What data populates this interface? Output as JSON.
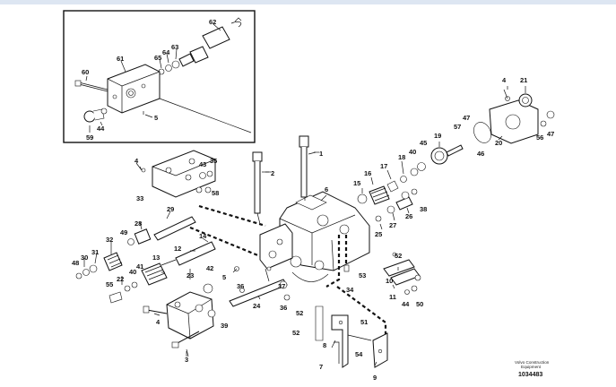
{
  "diagram": {
    "inset_labels": [
      "62",
      "63",
      "64",
      "65",
      "61",
      "60",
      "5",
      "44",
      "59"
    ],
    "main_labels": [
      "1",
      "2",
      "3",
      "4",
      "4",
      "4",
      "5",
      "6",
      "7",
      "8",
      "9",
      "10",
      "11",
      "12",
      "13",
      "14",
      "15",
      "16",
      "17",
      "18",
      "19",
      "20",
      "21",
      "22",
      "23",
      "24",
      "25",
      "26",
      "27",
      "28",
      "29",
      "30",
      "31",
      "32",
      "33",
      "34",
      "35",
      "36",
      "36",
      "37",
      "38",
      "39",
      "40",
      "40",
      "41",
      "42",
      "43",
      "44",
      "45",
      "46",
      "47",
      "47",
      "48",
      "49",
      "50",
      "51",
      "52",
      "52",
      "52",
      "53",
      "54",
      "55",
      "56",
      "57",
      "58"
    ],
    "publisher_line1": "Volvo Construction",
    "publisher_line2": "Equipment",
    "drawing_number": "1034483"
  }
}
